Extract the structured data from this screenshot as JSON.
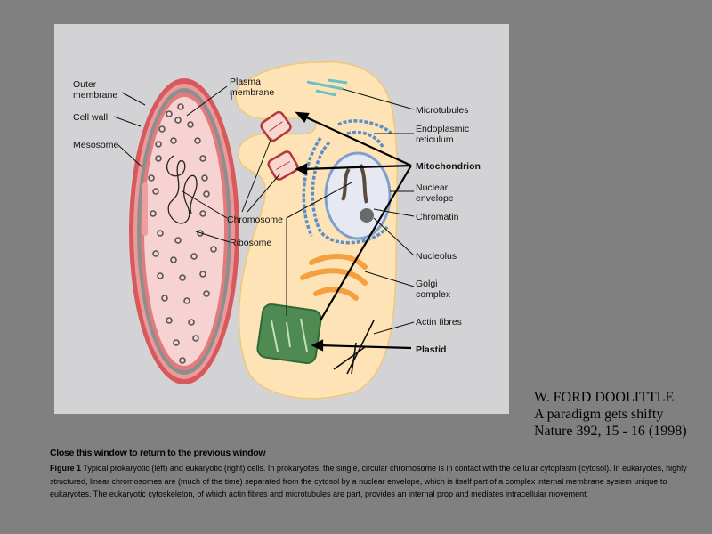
{
  "figure": {
    "labels": {
      "outer_membrane": [
        "Outer",
        "membrane"
      ],
      "cell_wall": "Cell wall",
      "mesosome": "Mesosome",
      "plasma_membrane": [
        "Plasma",
        "membrane"
      ],
      "chromosome": "Chromosome",
      "ribosome": "Ribosome",
      "microtubules": "Microtubules",
      "endoplasmic_reticulum": [
        "Endoplasmic",
        "reticulum"
      ],
      "mitochondrion": "Mitochondrion",
      "nuclear_envelope": [
        "Nuclear",
        "envelope"
      ],
      "chromatin": "Chromatin",
      "nucleolus": "Nucleolus",
      "golgi_complex": [
        "Golgi",
        "complex"
      ],
      "actin_fibres": "Actin fibres",
      "plastid": "Plastid"
    },
    "colors": {
      "panel": "#d3d3d6",
      "prokaryote_outer": "#d8585c",
      "prokaryote_inner": "#f6d2d2",
      "eukaryote_cytoplasm": "#fde3b6",
      "er_blue": "#5c8fc8",
      "golgi_orange": "#f4a040",
      "plastid_green": "#4e8a52"
    }
  },
  "reference": {
    "author": "W. FORD DOOLITTLE",
    "title": "A paradigm gets shifty",
    "citation": "Nature 392, 15 - 16 (1998)"
  },
  "close_link": "Close this window to return to the previous window",
  "caption": {
    "label": "Figure 1",
    "text": "Typical prokaryotic (left) and eukaryotic (right) cells. In prokaryotes, the single, circular chromosome is in contact with the cellular cytoplasm (cytosol). In eukaryotes, highly structured, linear chromosomes are (much of the time) separated from the cytosol by a nuclear envelope, which is itself part of a complex internal membrane system unique to eukaryotes. The eukaryotic cytoskeleton, of which actin fibres and microtubules are part, provides an internal prop and mediates intracellular movement."
  }
}
